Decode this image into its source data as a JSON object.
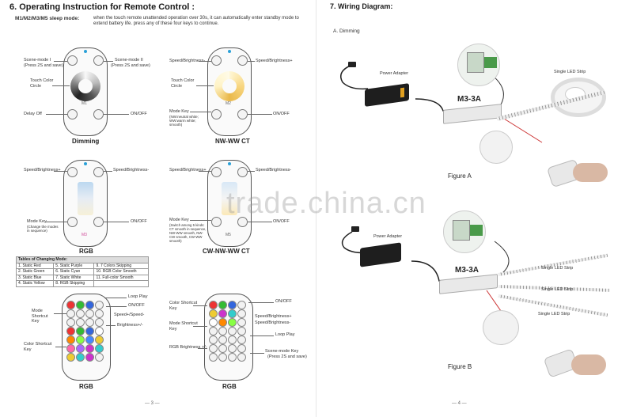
{
  "left": {
    "title": "6. Operating Instruction for Remote Control :",
    "sleep_label": "M1/M2/M3/M5 sleep mode:",
    "sleep_text": "when the touch remote unattended operation over 30s, it can automatically enter standby mode to extend battery life. press any of these four keys to continue.",
    "remotes": {
      "dimming": {
        "caption": "Dimming",
        "scene1": "Scene-mode I",
        "scene1_sub": "(Press 2S and save)",
        "scene2": "Scene-mode II",
        "scene2_sub": "(Press 2S and save)",
        "touch": "Touch Color Circle",
        "delay": "Delay Off",
        "onoff": "ON/OFF",
        "model": "M1"
      },
      "nwww": {
        "caption": "NW-WW CT",
        "speed_left": "Speed/Brightness-",
        "speed_right": "Speed/Brightness+",
        "touch": "Touch Color Circle",
        "mode": "Mode Key",
        "mode_sub": "(NW:neutral white; WW:warm white; smooth)",
        "onoff": "ON/OFF",
        "model": "M2"
      },
      "rgb": {
        "caption": "RGB",
        "speed_left": "Speed/Brightness+",
        "speed_right": "Speed/Brightness-",
        "mode": "Mode Key",
        "mode_sub": "(Change the modes in sequence)",
        "onoff": "ON/OFF",
        "model": "M3"
      },
      "cwnwww": {
        "caption": "CW-NW-WW CT",
        "speed_left": "Speed/Brightness+",
        "speed_right": "Speed/Brightness-",
        "mode": "Mode Key",
        "mode_sub": "(Switch among 5 kinds: CT smooth in sequence, NW-WW smooth, NW-CW smooth, CW-WW smooth)",
        "onoff": "ON/OFF",
        "model": "M5"
      }
    },
    "table": {
      "title": "Tables of Changing Mode:",
      "rows": [
        [
          "1. Static Red",
          "5. Static Purple",
          "9. 7 Colors Skipping"
        ],
        [
          "2. Static Green",
          "6. Static Cyan",
          "10. RGB Color Smooth"
        ],
        [
          "3. Static Blue",
          "7. Static White",
          "11. Full-color Smooth"
        ],
        [
          "4. Static Yellow",
          "8. RGB Skipping",
          ""
        ]
      ]
    },
    "bottom_rgb": {
      "caption": "RGB",
      "mode_shortcut": "Mode Shortcut Key",
      "color_shortcut": "Color Shortcut Key",
      "loop": "Loop Play",
      "onoff": "ON/OFF",
      "speed": "Speed+/Speed-",
      "brightness": "Brightness+/-"
    },
    "bottom_rgb2": {
      "caption": "RGB",
      "color_shortcut": "Color Shortcut Key",
      "mode_shortcut": "Mode Shortcut Key",
      "rgb_brightness": "RGB Brightness +/-",
      "onoff": "ON/OFF",
      "speed_plus": "Speed/Brightness+",
      "speed_minus": "Speed/Brightness-",
      "loop": "Loop Play",
      "scene": "Scene-mode Key",
      "scene_sub": "(Press 2S and save)"
    },
    "page_number": "— 3 —"
  },
  "right": {
    "title": "7. Wiring Diagram:",
    "subtitle": "A. Dimming",
    "fig_a": {
      "adapter": "Power Adapter",
      "controller": "M3-3A",
      "strip": "Single LED Strip",
      "caption": "Figure A"
    },
    "fig_b": {
      "adapter": "Power Adapter",
      "controller": "M3-3A",
      "strips": [
        "Single LED Strip",
        "Single LED Strip",
        "Single LED Strip"
      ],
      "caption": "Figure B"
    },
    "page_number": "— 4 —"
  },
  "watermark": "trade.china.cn",
  "colors": {
    "remote_border": "#555555",
    "blue_dot": "#2aa0d8",
    "controller": "#e9e9e9",
    "adapter": "#1e1e1e"
  }
}
